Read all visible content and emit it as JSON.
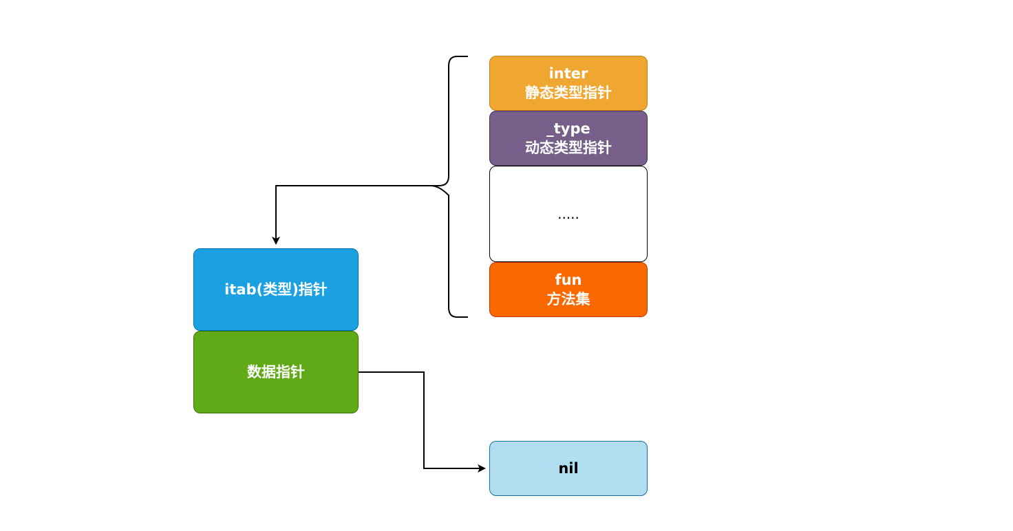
{
  "itab_struct": {
    "inter": {
      "line1": "inter",
      "line2": "静态类型指针",
      "fill": "#f0a732",
      "border": "#c47f18",
      "text": "#ffffff"
    },
    "type": {
      "line1": "_type",
      "line2": "动态类型指针",
      "fill": "#76608a",
      "border": "#432d57",
      "text": "#ffffff"
    },
    "ellipsis": {
      "line1": ".....",
      "fill": "#ffffff",
      "border": "#000000",
      "text": "#000000"
    },
    "fun": {
      "line1": "fun",
      "line2": "方法集",
      "fill": "#fa6800",
      "border": "#c73500",
      "text": "#ffffff"
    }
  },
  "interface_value": {
    "itab_ptr": {
      "label": "itab(类型)指针",
      "fill": "#1ba1e2",
      "border": "#006eaf",
      "text": "#ffffff"
    },
    "data_ptr": {
      "label": "数据指针",
      "fill": "#60a917",
      "border": "#2d7600",
      "text": "#ffffff"
    }
  },
  "nil_box": {
    "label": "nil",
    "fill": "#b1ddf0",
    "border": "#10739e",
    "text": "#000000"
  },
  "connector_color": "#000000"
}
